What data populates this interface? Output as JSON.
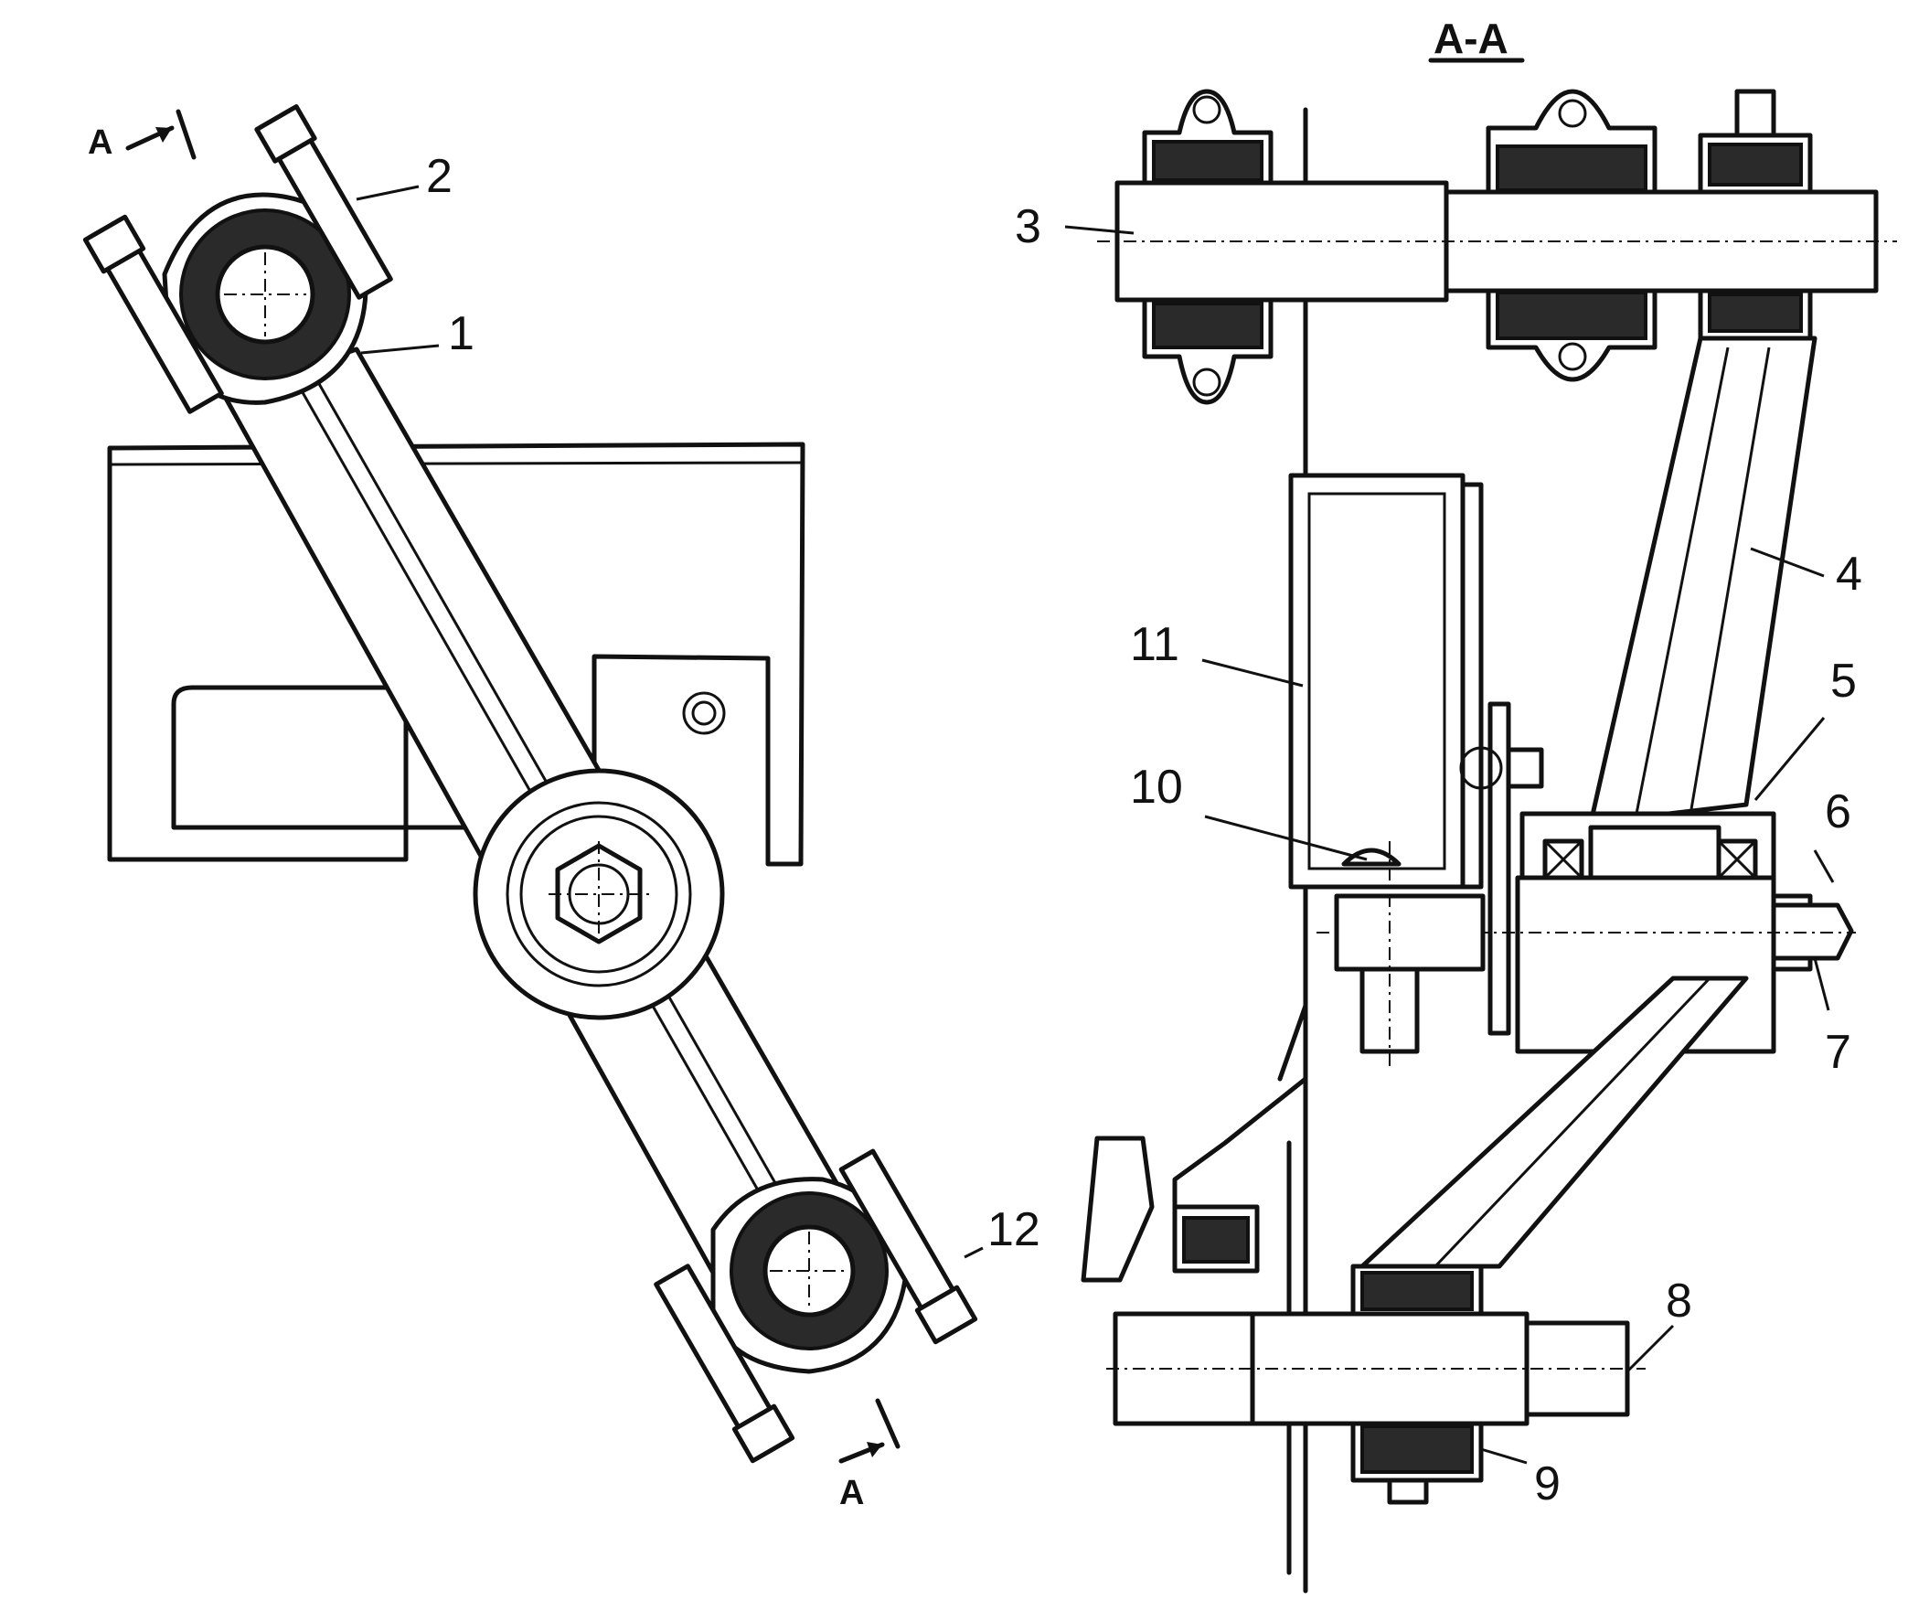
{
  "section": {
    "title": "A-A",
    "marker_top": "A",
    "marker_bottom": "A"
  },
  "callouts": [
    "1",
    "2",
    "3",
    "4",
    "5",
    "6",
    "7",
    "8",
    "9",
    "10",
    "11",
    "12"
  ]
}
